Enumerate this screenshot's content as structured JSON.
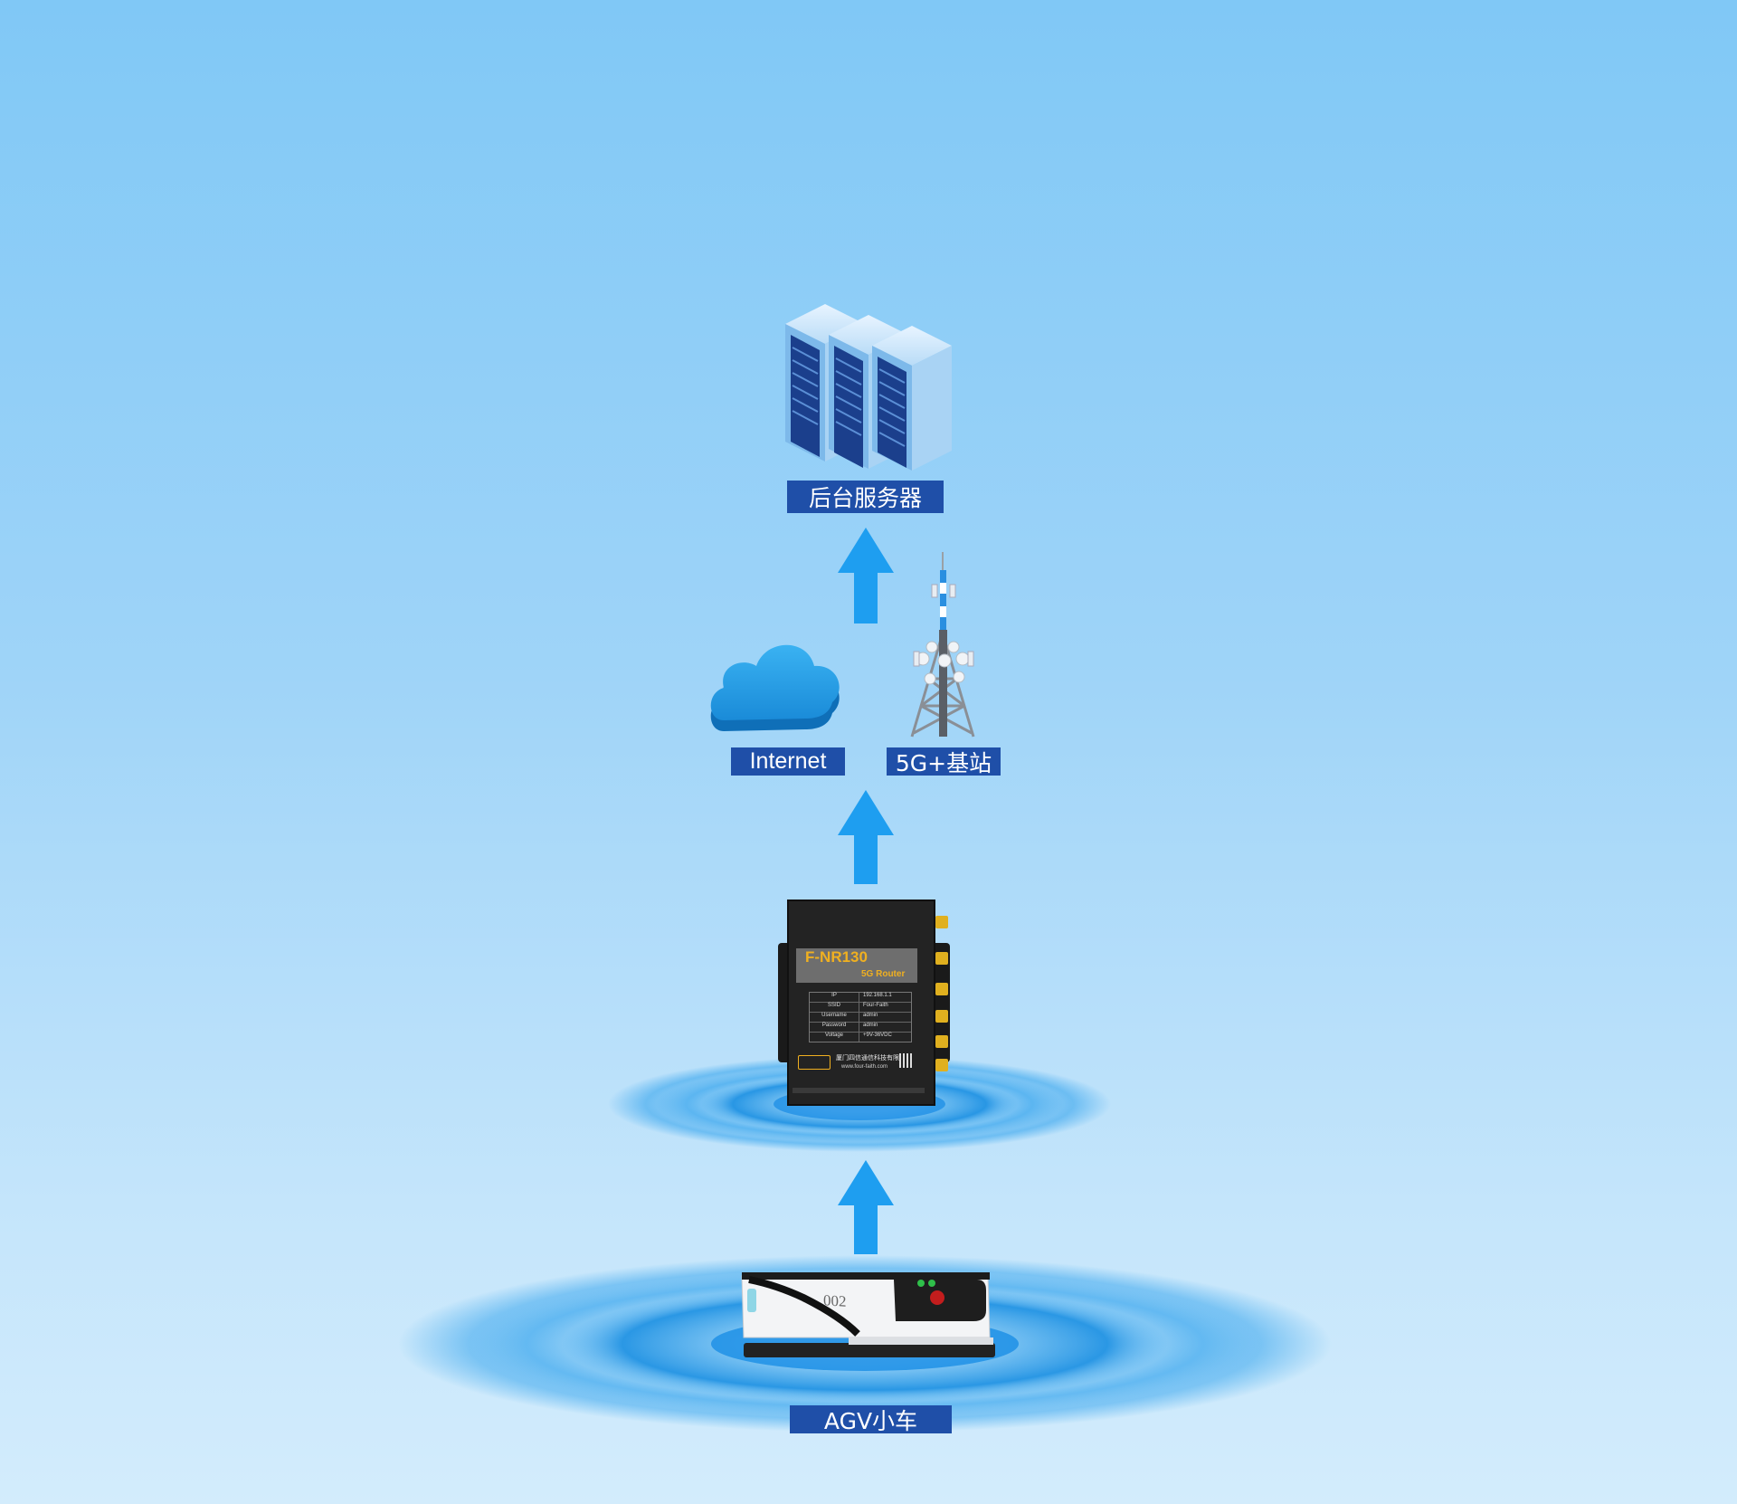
{
  "nodes": {
    "server": {
      "label": "后台服务器"
    },
    "internet": {
      "label": "Internet"
    },
    "base_station": {
      "label": "5G+基站"
    },
    "router": {
      "model": "F-NR130",
      "subtitle": "5G Router",
      "specs": [
        {
          "key": "IP",
          "value": "192.168.1.1"
        },
        {
          "key": "SSID",
          "value": "Four-Faith"
        },
        {
          "key": "Username",
          "value": "admin"
        },
        {
          "key": "Password",
          "value": "admin"
        },
        {
          "key": "Voltage",
          "value": "+9V-36VDC"
        }
      ],
      "company": "厦门四信通信科技有限公司",
      "website": "www.four-faith.com"
    },
    "agv": {
      "label": "AGV小车",
      "number": "002"
    }
  },
  "colors": {
    "label_bg": "#1f4fa8",
    "arrow": "#1e9ef0",
    "ripple": "#2a9fec",
    "router_accent": "#f0b020"
  }
}
